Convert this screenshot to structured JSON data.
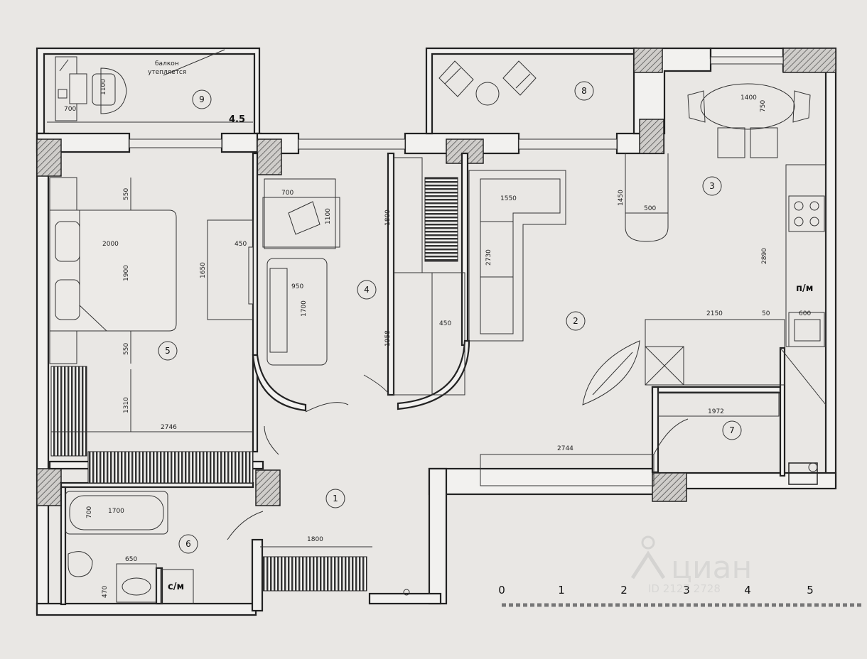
{
  "rooms": [
    {
      "id": "1",
      "label": "1"
    },
    {
      "id": "2",
      "label": "2"
    },
    {
      "id": "3",
      "label": "3"
    },
    {
      "id": "4",
      "label": "4"
    },
    {
      "id": "5",
      "label": "5"
    },
    {
      "id": "6",
      "label": "6"
    },
    {
      "id": "7",
      "label": "7"
    },
    {
      "id": "8",
      "label": "8"
    },
    {
      "id": "9",
      "label": "9"
    }
  ],
  "balcony9": {
    "area": "4.5",
    "note_line1": "балкон",
    "note_line2": "утепляется",
    "dim_chair": "1100",
    "dim_desk": "700"
  },
  "labels": {
    "pm": "п/м",
    "cm": "с/м"
  },
  "dimensions": {
    "bed_top": "550",
    "bed_len": "2000",
    "bed_wid": "1900",
    "bed_bottom": "550",
    "wardrobe": "1650",
    "tv": "450",
    "r5_lower": "1310",
    "r5_width": "2746",
    "desk_w": "700",
    "desk_h": "1100",
    "sofa4_w": "950",
    "sofa4_h": "1700",
    "shelf_top": "1800",
    "shelf_bottom": "1958",
    "shelf_depth": "450",
    "sofa2_w": "1550",
    "sofa2_h": "2730",
    "island_h": "1450",
    "island_w": "500",
    "table_w": "1400",
    "table_h": "750",
    "kitchen_len": "2890",
    "counter_w": "2150",
    "counter_gap": "50",
    "fridge": "600",
    "wardrobe7": "1972",
    "hall_wall": "2744",
    "radiator1": "1800",
    "bath_len": "1700",
    "bath_wid": "700",
    "sink_w": "650",
    "sink_h": "470"
  },
  "scale": {
    "ticks": [
      "0",
      "1",
      "2",
      "3",
      "4",
      "5"
    ]
  },
  "watermark": {
    "brand": "циан",
    "id": "ID 2127 2728"
  }
}
